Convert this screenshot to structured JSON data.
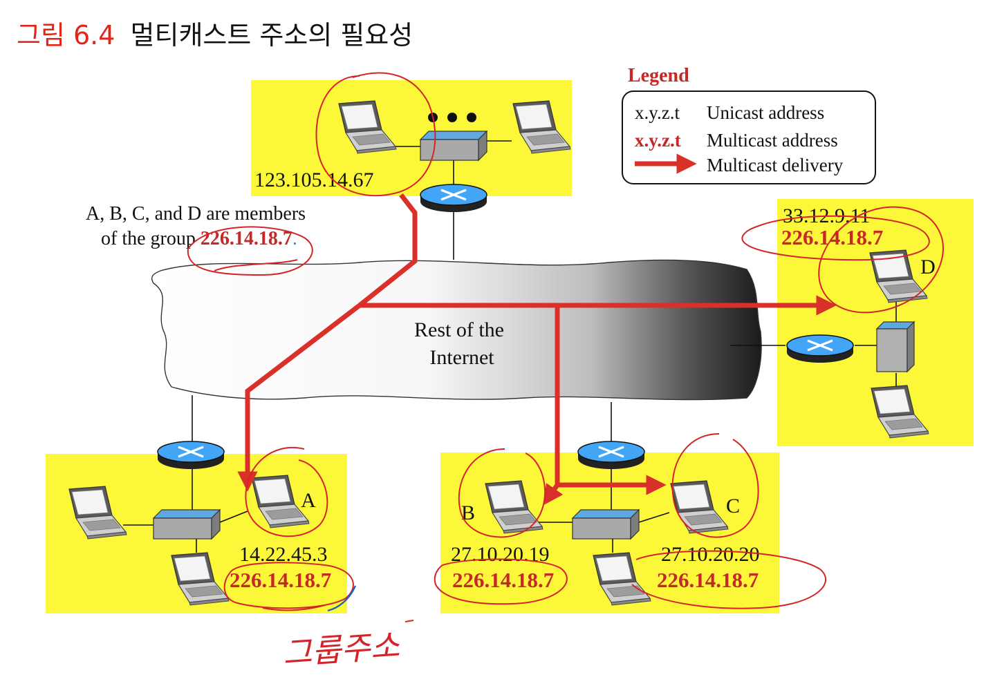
{
  "title": {
    "figure_label": "그림 6.4",
    "caption": "멀티캐스트 주소의 필요성"
  },
  "legend": {
    "heading": "Legend",
    "rows": [
      {
        "symbol": "x.y.z.t",
        "label": "Unicast address"
      },
      {
        "symbol": "x.y.z.t",
        "label": "Multicast address"
      },
      {
        "symbol": "",
        "label": "Multicast delivery"
      }
    ]
  },
  "group_note": {
    "line1": "A, B, C, and D are members",
    "line2_prefix": "of the group ",
    "group_address": "226.14.18.7",
    "line2_suffix": "."
  },
  "cloud": {
    "line1": "Rest of the",
    "line2": "Internet"
  },
  "networks": {
    "source": {
      "unicast": "123.105.14.67"
    },
    "a": {
      "host_label": "A",
      "unicast": "14.22.45.3",
      "multicast": "226.14.18.7"
    },
    "b": {
      "host_label": "B",
      "unicast": "27.10.20.19",
      "multicast": "226.14.18.7"
    },
    "c": {
      "host_label": "C",
      "unicast": "27.10.20.20",
      "multicast": "226.14.18.7"
    },
    "d": {
      "host_label": "D",
      "unicast": "33.12.9.11",
      "multicast": "226.14.18.7"
    }
  },
  "handwritten_note": "그룹주소",
  "colors": {
    "network_bg": "#fdf73a",
    "delivery": "#d9302a",
    "multicast_text": "#c62828",
    "router": "#42a5f5",
    "switch_top": "#5fa8e0",
    "annotation": "#d4242a",
    "annotation_blue": "#1f5fbf"
  }
}
